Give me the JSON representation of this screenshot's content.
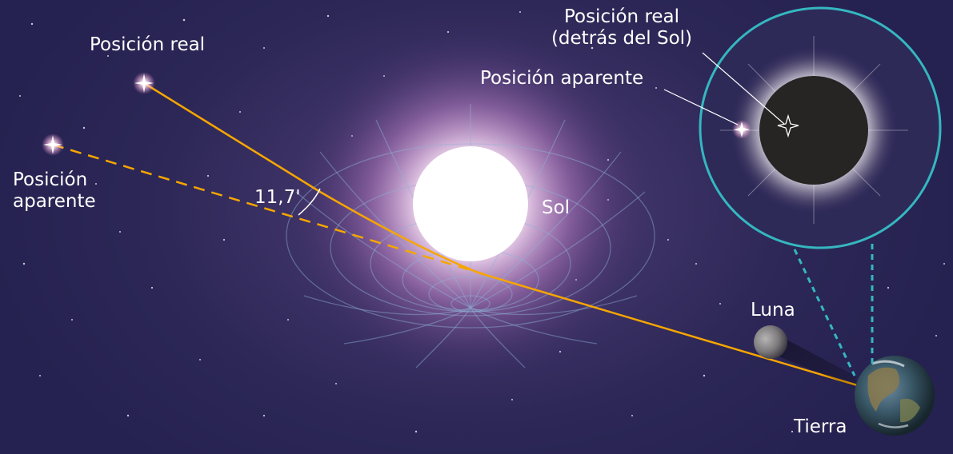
{
  "labels": {
    "real_position": "Posición real",
    "apparent_position_line1": "Posición",
    "apparent_position_line2": "aparente",
    "angle": "11,7'",
    "sun": "Sol",
    "moon": "Luna",
    "earth": "Tierra"
  },
  "inset": {
    "real_position_line1": "Posición real",
    "real_position_line2": "(detrás del Sol)",
    "apparent_position": "Posición aparente"
  },
  "colors": {
    "light_path": "#f7a600",
    "inset_ring": "#35b7c0",
    "sky": "#2c2756",
    "sun_glow": "#c98ad0"
  }
}
